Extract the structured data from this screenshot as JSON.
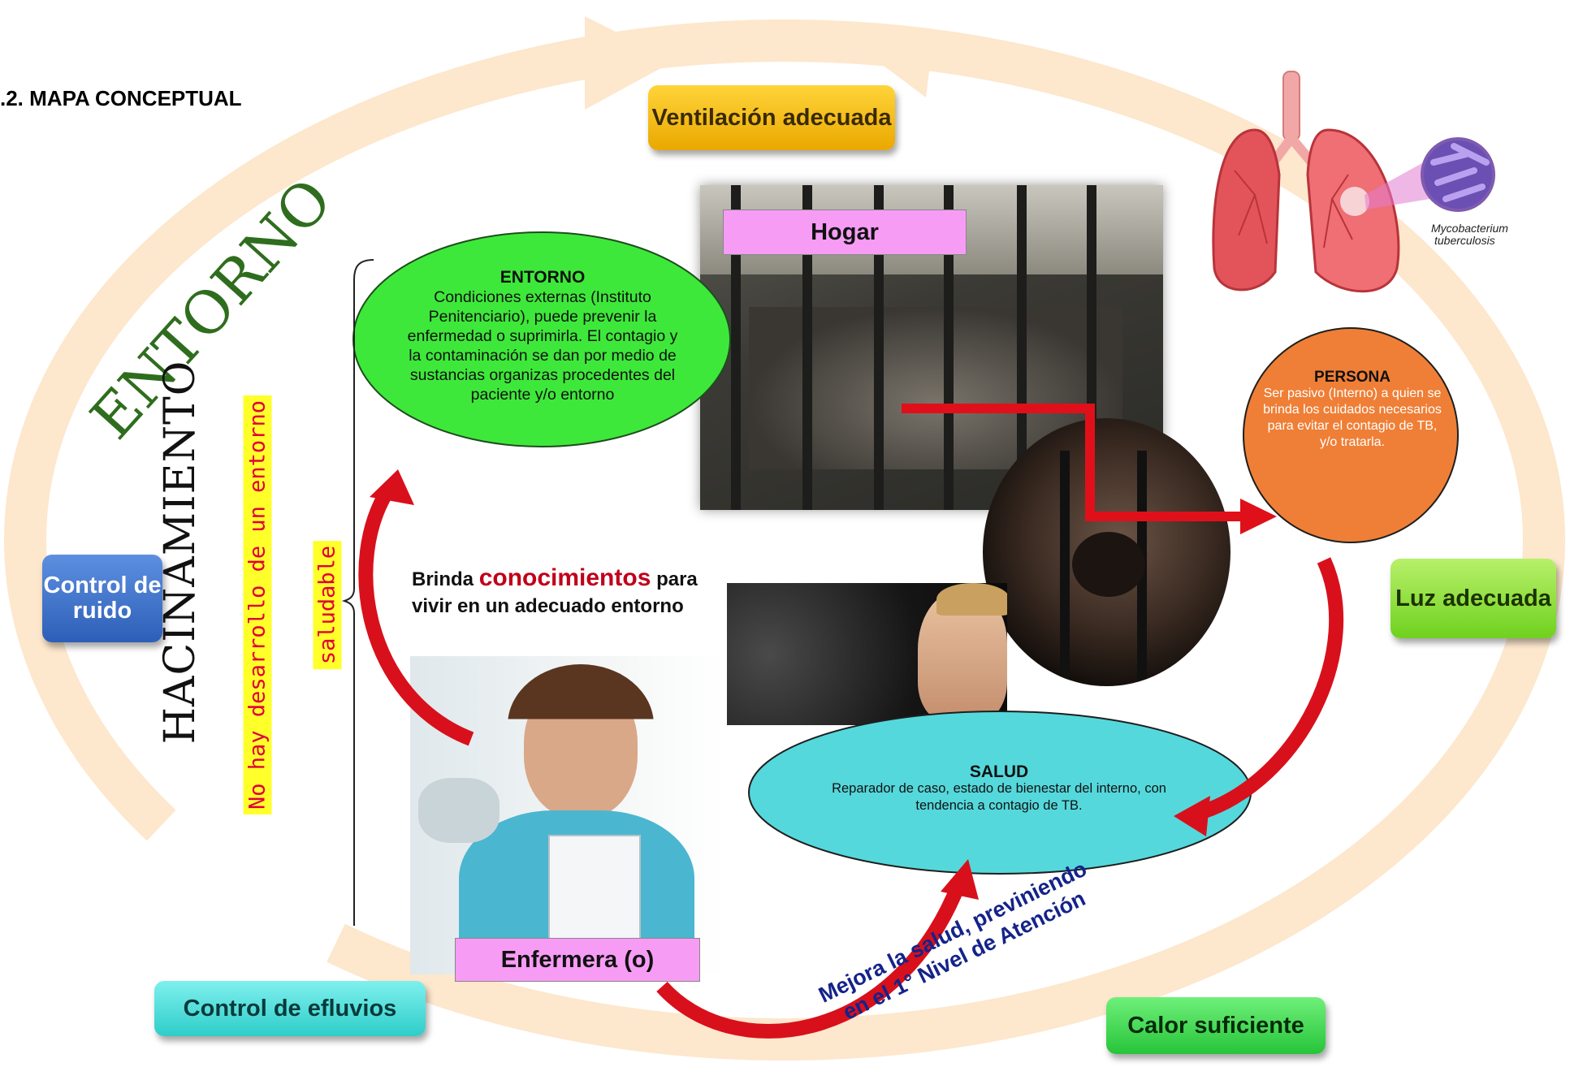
{
  "heading": ".2. MAPA CONCEPTUAL",
  "cycle": {
    "ventilacion": "Ventilación adecuada",
    "control_ruido": "Control de ruido",
    "luz": "Luz adecuada",
    "control_efluvios": "Control de efluvios",
    "calor": "Calor suficiente"
  },
  "entorno_big": "ENTORNO",
  "hacinamiento": "HACINAMIENTO",
  "no_hay_1": "No hay desarrollo de un entorno",
  "no_hay_2": "saludable",
  "entorno_concept": {
    "title": "ENTORNO",
    "body": "Condiciones externas (Instituto Penitenciario), puede prevenir la enfermedad o suprimirla.  El contagio y la contaminación se dan por medio de sustancias organizas procedentes del paciente y/o entorno"
  },
  "hogar": "Hogar",
  "persona": {
    "title": "PERSONA",
    "body": "Ser pasivo (Interno) a quien se brinda los cuidados necesarios para evitar el contagio de TB, y/o tratarla."
  },
  "salud": {
    "title": "SALUD",
    "body": "Reparador de caso, estado de bienestar del interno, con tendencia a contagio de TB."
  },
  "brinda": {
    "pre": "Brinda",
    "accent": "conocimientos",
    "post": "para vivir en un adecuado entorno"
  },
  "enfermera": "Enfermera (o)",
  "mejora_1": "Mejora la salud, previniendo",
  "mejora_2": "en el 1° Nivel de Atención",
  "mycobacterium_1": "Mycobacterium",
  "mycobacterium_2": "tuberculosis",
  "colors": {
    "cycle_arrow": "#fde7cd",
    "entorno_ellipse": "#3ee83a",
    "persona_circle": "#ef7f36",
    "salud_ellipse": "#55d8dc",
    "curved_arrow": "#d8101c",
    "label_pink": "#f79cf5"
  }
}
